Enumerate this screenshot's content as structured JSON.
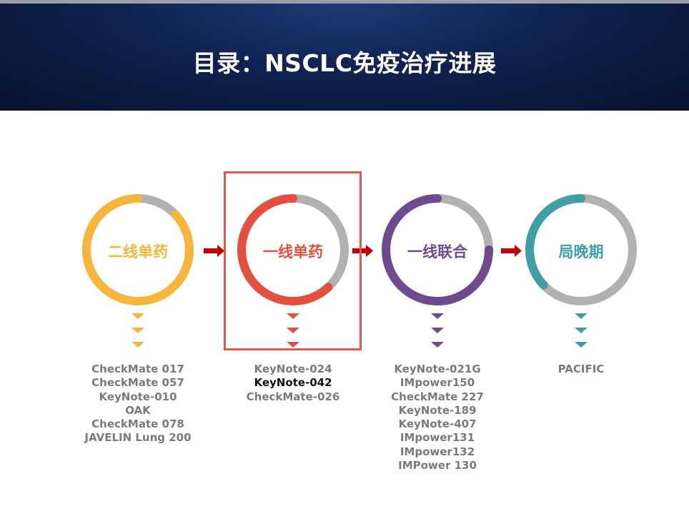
{
  "title": "目录：NSCLC免疫治疗进展",
  "stages": [
    {
      "label": "二线单药",
      "color": "#f7b53b",
      "progress": 0.87,
      "highlighted": false,
      "trials": [
        "CheckMate 017",
        "CheckMate 057",
        "KeyNote-010",
        "OAK",
        "CheckMate 078",
        "JAVELIN Lung 200"
      ]
    },
    {
      "label": "一线单药",
      "color": "#e4503e",
      "progress": 0.62,
      "highlighted": true,
      "trials": [
        "KeyNote-024",
        "KeyNote-042",
        "CheckMate-026"
      ],
      "emphasized_trial": "KeyNote-042"
    },
    {
      "label": "一线联合",
      "color": "#6f4a8e",
      "progress": 0.75,
      "highlighted": false,
      "trials": [
        "KeyNote-021G",
        "IMpower150",
        "CheckMate 227",
        "KeyNote-189",
        "KeyNote-407",
        "IMpower131",
        "IMpower132",
        "IMPower 130"
      ]
    },
    {
      "label": "局晚期",
      "color": "#3e9fa6",
      "progress": 0.37,
      "highlighted": false,
      "trials": [
        "PACIFIC"
      ]
    }
  ],
  "colors": {
    "ring_track": "#b3b0b0",
    "arrow": "#c00000"
  }
}
